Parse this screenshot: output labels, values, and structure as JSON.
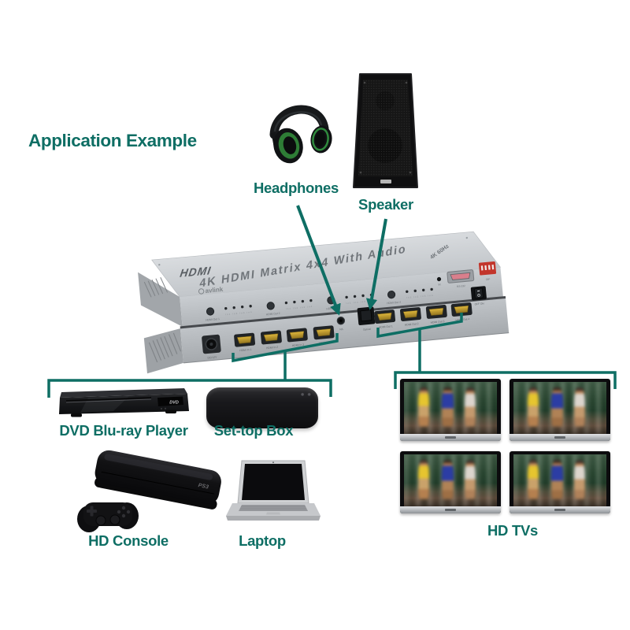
{
  "colors": {
    "accent": "#0e6e64"
  },
  "title": "Application Example",
  "labels": {
    "headphones": "Headphones",
    "speaker": "Speaker",
    "dvd": "DVD Blu-ray Player",
    "settop": "Set-top Box",
    "console": "HD Console",
    "laptop": "Laptop",
    "tvs": "HD TVs"
  },
  "device": {
    "top": {
      "hdmi_logo": "HDMI",
      "title": "4K HDMI Matrix 4x4 With Audio",
      "brand": "avlink",
      "badge": "4K 60Hz"
    },
    "front_panel": {
      "buttons": [
        "HDMI Out 1",
        "HDMI Out 2",
        "HDMI Out 3",
        "HDMI Out 4"
      ],
      "led_row": "In1 In2 In3 In4",
      "ir": "IR",
      "rs232": "RS-232",
      "dip": "DIP",
      "power": "OFF ON"
    },
    "rear_panel": {
      "dc": "DC/12V",
      "inputs": [
        "HDMI In 1",
        "HDMI In 2",
        "HDMI In 3",
        "HDMI In 4"
      ],
      "audio": "R/L",
      "optical": "Optical",
      "outputs": [
        "HDMI Out 1",
        "HDMI Out 2",
        "HDMI Out 3",
        "HDMI Out 4"
      ]
    }
  },
  "art": {
    "console_logo": "PS3",
    "dvd_logo": "DVD"
  }
}
